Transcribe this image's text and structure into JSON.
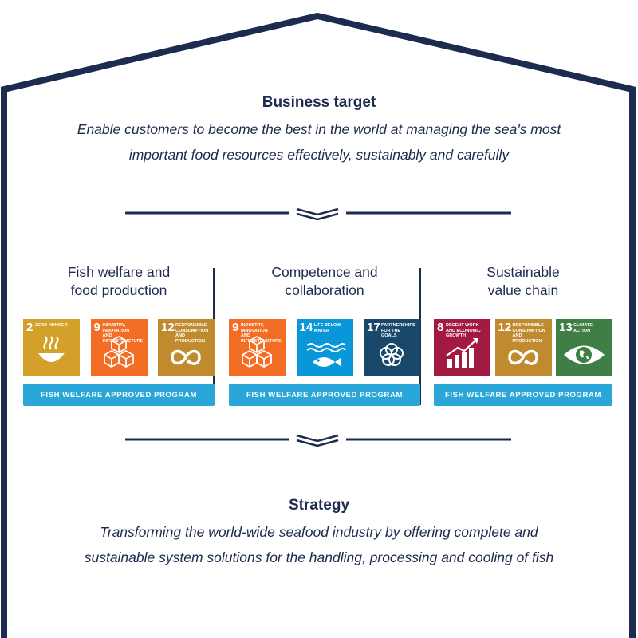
{
  "colors": {
    "navy": "#1d2b4f",
    "program_blue": "#2aa6d8"
  },
  "business_target": {
    "heading": "Business target",
    "lines": [
      "Enable customers to become the best in the world at managing the sea's most",
      "important food resources effectively, sustainably and carefully"
    ]
  },
  "columns": [
    {
      "title_lines": [
        "Fish welfare and",
        "food production"
      ],
      "tiles": [
        {
          "num": "2",
          "label": "Zero hunger",
          "color": "#d3a029",
          "icon": "bowl-icon"
        },
        {
          "num": "9",
          "label": "Industry, innovation and infrastructure",
          "color": "#f36d25",
          "icon": "cubes-icon"
        },
        {
          "num": "12",
          "label": "Responsible consumption and production",
          "color": "#bf8b2e",
          "icon": "infinity-icon"
        }
      ],
      "program": "FISH WELFARE APPROVED PROGRAM"
    },
    {
      "title_lines": [
        "Competence and",
        "collaboration"
      ],
      "tiles": [
        {
          "num": "9",
          "label": "Industry, innovation and infrastructure",
          "color": "#f36d25",
          "icon": "cubes-icon"
        },
        {
          "num": "14",
          "label": "Life below water",
          "color": "#0a97d9",
          "icon": "fish-icon"
        },
        {
          "num": "17",
          "label": "Partnerships for the goals",
          "color": "#19486a",
          "icon": "flower-icon"
        }
      ],
      "program": "FISH WELFARE APPROVED PROGRAM"
    },
    {
      "title_lines": [
        "Sustainable",
        "value chain"
      ],
      "tiles": [
        {
          "num": "8",
          "label": "Decent work and economic growth",
          "color": "#a21942",
          "icon": "growth-chart-icon"
        },
        {
          "num": "12",
          "label": "Responsible consumption and production",
          "color": "#bf8b2e",
          "icon": "infinity-icon"
        },
        {
          "num": "13",
          "label": "Climate action",
          "color": "#3f7e44",
          "icon": "eye-globe-icon"
        }
      ],
      "program": "FISH WELFARE APPROVED PROGRAM"
    }
  ],
  "strategy": {
    "heading": "Strategy",
    "lines": [
      "Transforming the world-wide seafood industry by offering complete and",
      "sustainable system solutions for the handling, processing and cooling of fish"
    ]
  }
}
